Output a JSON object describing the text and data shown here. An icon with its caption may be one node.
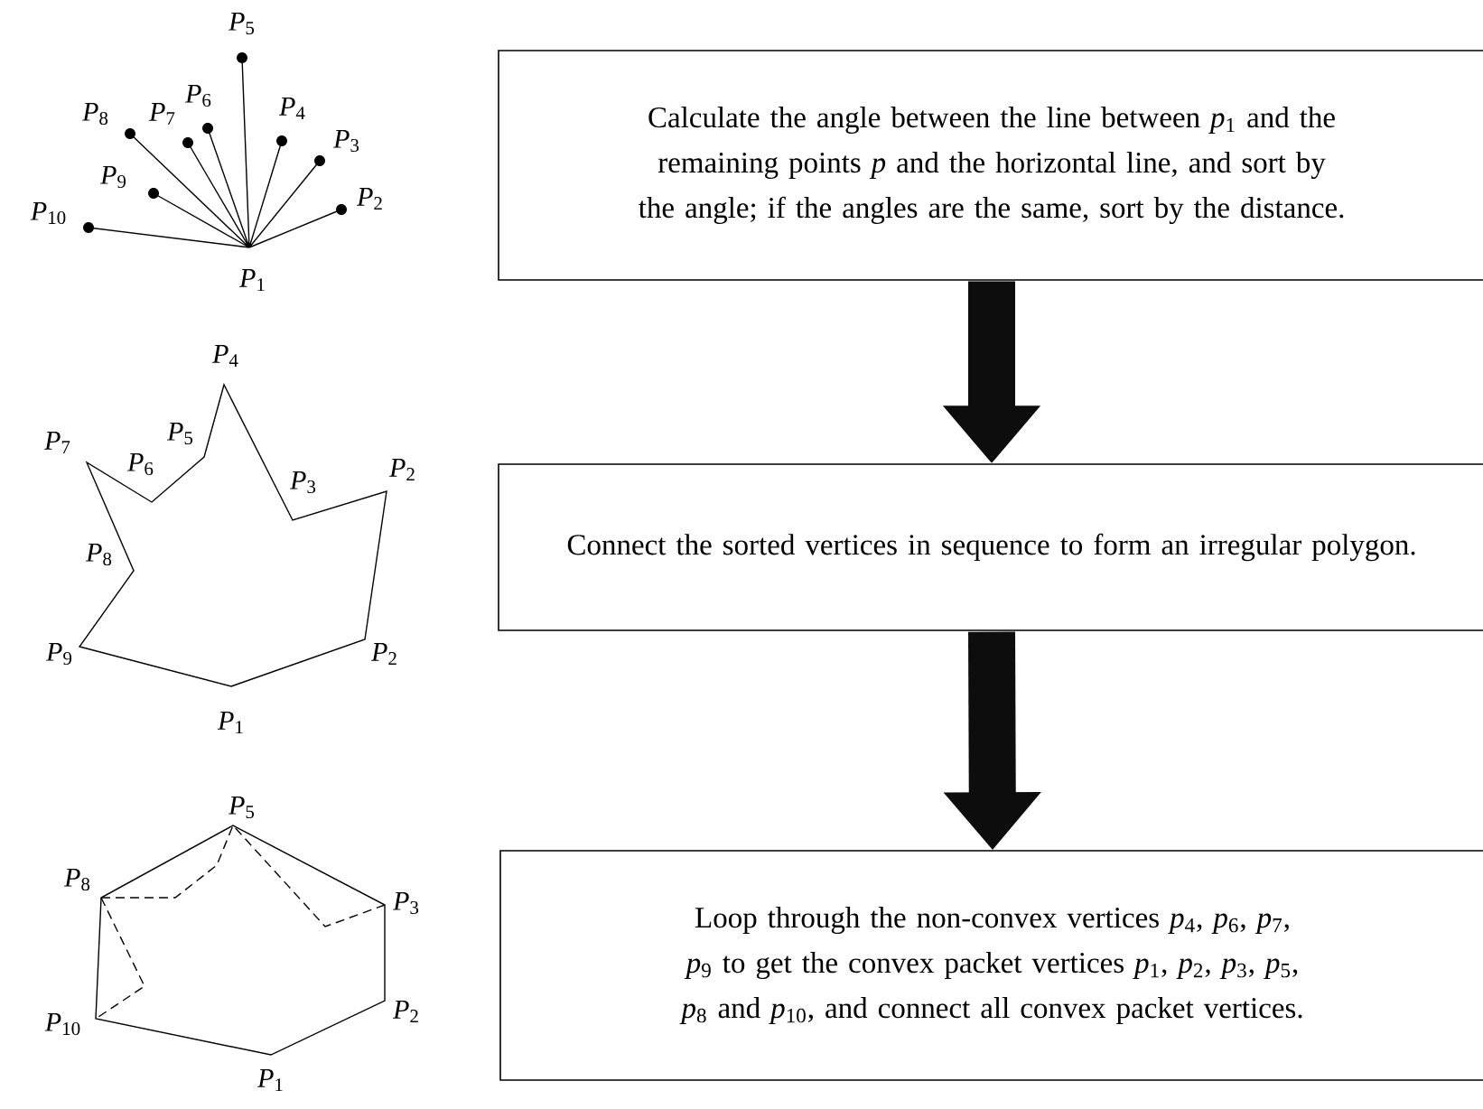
{
  "diagram": {
    "nodes": [
      {
        "text": [
          "Calculate the angle between the line between *p*$_{1}$ and the remaining points *p* and the horizontal line, and sort by the angle; if the angles are the same, sort by the distance."
        ]
      },
      {
        "text": [
          "Connect the sorted vertices in sequence to form an irregular polygon."
        ]
      },
      {
        "text": [
          "Loop through the non-convex vertices *p*$_{4}$, *p*$_{6}$, *p*$_{7}$, *p*$_{9}$ to get the convex packet vertices *p*$_{1}$, *p*$_{2}$, *p*$_{3}$, *p*$_{5}$, *p*$_{8}$ and *p*$_{10}$, and connect all convex packet vertices."
        ]
      }
    ],
    "edges": [
      {
        "from": 0,
        "to": 1,
        "arrow": "to"
      },
      {
        "from": 1,
        "to": 2,
        "arrow": "to"
      }
    ],
    "labels": [
      "*P*$_{5}$",
      "*P*$_{8}$",
      "*P*$_{7}$",
      "*P*$_{6}$",
      "*P*$_{4}$",
      "*P*$_{3}$",
      "*P*$_{9}$",
      "*P*$_{2}$",
      "*P*$_{10}$",
      "*P*$_{1}$",
      "*P*$_{4}$",
      "*P*$_{7}$",
      "*P*$_{5}$",
      "*P*$_{6}$",
      "*P*$_{3}$",
      "*P*$_{2}$",
      "*P*$_{8}$",
      "*P*$_{9}$",
      "*P*$_{2}$",
      "*P*$_{1}$",
      "*P*$_{5}$",
      "*P*$_{8}$",
      "*P*$_{3}$",
      "*P*$_{10}$",
      "*P*$_{2}$",
      "*P*$_{1}$"
    ]
  }
}
